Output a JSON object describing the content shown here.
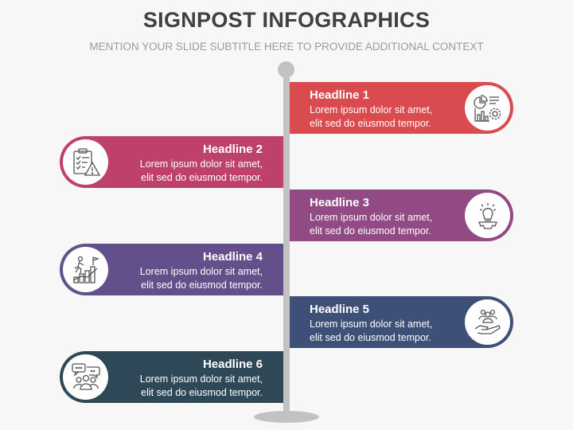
{
  "header": {
    "title": "SIGNPOST INFOGRAPHICS",
    "subtitle": "MENTION YOUR SLIDE SUBTITLE HERE TO PROVIDE ADDITIONAL CONTEXT"
  },
  "signs": [
    {
      "headline": "Headline 1",
      "line1": "Lorem ipsum dolor sit amet,",
      "line2": "elit sed do eiusmod tempor.",
      "side": "right",
      "color": "#d94b4f",
      "icon": "analytics-gear-icon"
    },
    {
      "headline": "Headline 2",
      "line1": "Lorem ipsum dolor sit amet,",
      "line2": "elit sed do eiusmod tempor.",
      "side": "left",
      "color": "#be416c",
      "icon": "checklist-warning-icon"
    },
    {
      "headline": "Headline 3",
      "line1": "Lorem ipsum dolor sit amet,",
      "line2": "elit sed do eiusmod tempor.",
      "side": "right",
      "color": "#914a84",
      "icon": "lightbulb-gear-icon"
    },
    {
      "headline": "Headline 4",
      "line1": "Lorem ipsum dolor sit amet,",
      "line2": "elit sed do eiusmod tempor.",
      "side": "left",
      "color": "#634f89",
      "icon": "climbing-success-icon"
    },
    {
      "headline": "Headline 5",
      "line1": "Lorem ipsum dolor sit amet,",
      "line2": "elit sed do eiusmod tempor.",
      "side": "right",
      "color": "#3e5078",
      "icon": "hand-people-icon"
    },
    {
      "headline": "Headline 6",
      "line1": "Lorem ipsum dolor sit amet,",
      "line2": "elit sed do eiusmod tempor.",
      "side": "left",
      "color": "#2f4858",
      "icon": "team-chat-icon"
    }
  ],
  "colors": {
    "background": "#f7f7f7",
    "pole": "#c2c2c2",
    "title": "#404040",
    "subtitle": "#9b9b9b"
  }
}
